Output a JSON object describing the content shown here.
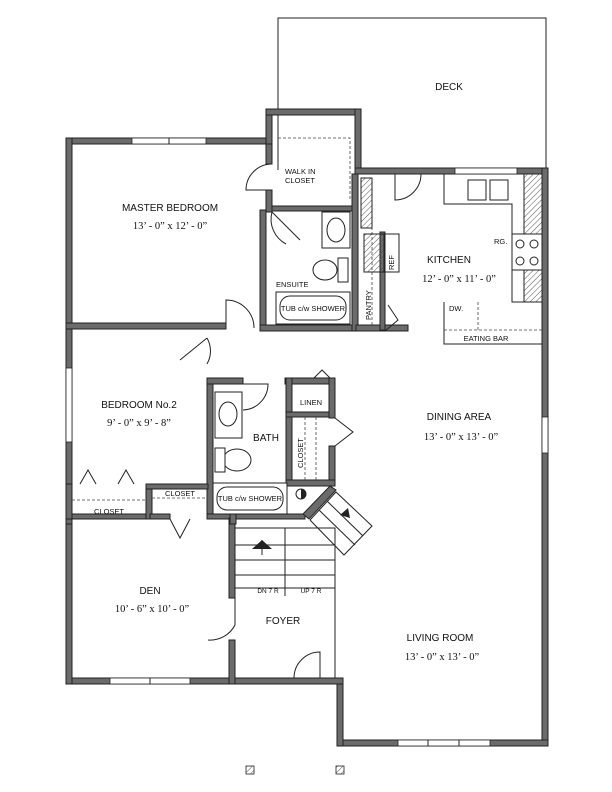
{
  "rooms": {
    "deck": "DECK",
    "master_bedroom": {
      "name": "MASTER BEDROOM",
      "size": "13’ - 0” x 12’ - 0”"
    },
    "walk_in_closet": [
      "WALK IN",
      "CLOSET"
    ],
    "ensuite": "ENSUITE",
    "ensuite_tub": "TUB c/w SHOWER",
    "pantry": "PANTRY",
    "ref": "REF",
    "kitchen": {
      "name": "KITCHEN",
      "size": "12’ - 0” x 11’ - 0”"
    },
    "rg": "RG.",
    "dw": "DW.",
    "eating_bar": "EATING BAR",
    "bedroom2": {
      "name": "BEDROOM No.2",
      "size": "9’ - 0” x 9’ - 8”"
    },
    "bath": "BATH",
    "bath_tub": "TUB c/w SHOWER",
    "linen": "LINEN",
    "hall_closet": "CLOSET",
    "closet_a": "CLOSET",
    "closet_b": "CLOSET",
    "dining_area": {
      "name": "DINING AREA",
      "size": "13’ - 0” x 13’ - 0”"
    },
    "den": {
      "name": "DEN",
      "size": "10’ - 6” x 10’ - 0”"
    },
    "foyer": "FOYER",
    "stairs_down": "DN 7 R",
    "stairs_up": "UP 7 R",
    "living_room": {
      "name": "LIVING ROOM",
      "size": "13’ - 0” x 13’ - 0”"
    }
  },
  "colors": {
    "wall": "#6b6b6b",
    "line": "#222222"
  }
}
